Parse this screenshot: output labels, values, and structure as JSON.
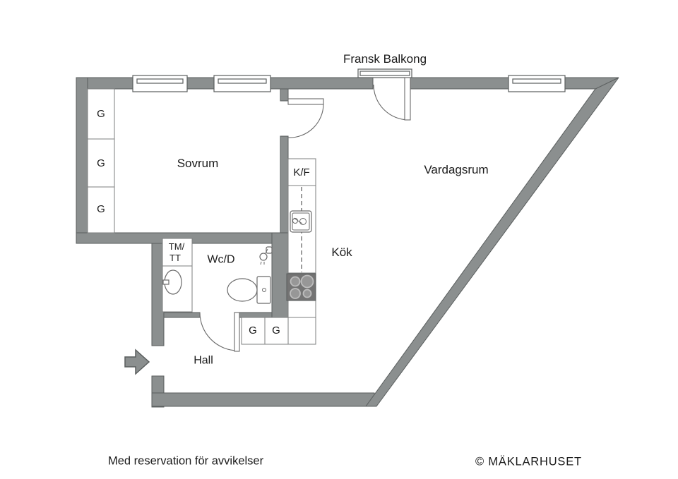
{
  "labels": {
    "balcony": "Fransk Balkong",
    "bedroom": "Sovrum",
    "living_room": "Vardagsrum",
    "kitchen": "Kök",
    "fridge_freezer": "K/F",
    "bathroom": "Wc/D",
    "washing_machine": "TM/",
    "tumble_dryer": "TT",
    "hall": "Hall",
    "wardrobe": "G"
  },
  "footer": {
    "disclaimer": "Med reservation för avvikelser",
    "copyright": "© MÄKLARHUSET"
  },
  "colors": {
    "background": "#ffffff",
    "wall": "#8b8f8f",
    "wall_outline": "#5a5e5e",
    "cabinet_line": "#7d7f7f",
    "fixture_line": "#6a6a6a",
    "stove": "#747474",
    "burner": "#979797",
    "burner_ring": "#bdbdbd",
    "text": "#1a1a1a"
  }
}
